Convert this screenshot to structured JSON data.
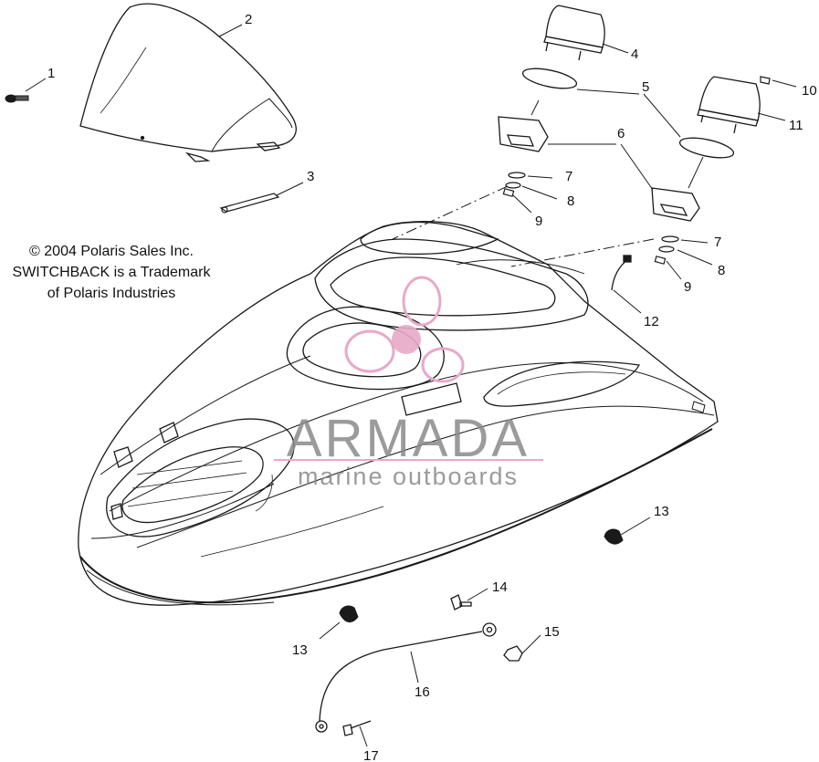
{
  "copyright": {
    "line1": "© 2004 Polaris Sales Inc.",
    "line2": "SWITCHBACK is a Trademark",
    "line3": "of Polaris Industries"
  },
  "watermark": {
    "brand": "ARMADA",
    "tagline": "marine outboards",
    "accent_color": "#e8a9c8",
    "text_color": "#8a8a8a"
  },
  "callouts": [
    "1",
    "2",
    "3",
    "4",
    "5",
    "6",
    "7",
    "8",
    "9",
    "10",
    "11",
    "12",
    "13",
    "14",
    "15",
    "16",
    "17"
  ],
  "colors": {
    "line": "#1a1a1a",
    "background": "#ffffff"
  }
}
